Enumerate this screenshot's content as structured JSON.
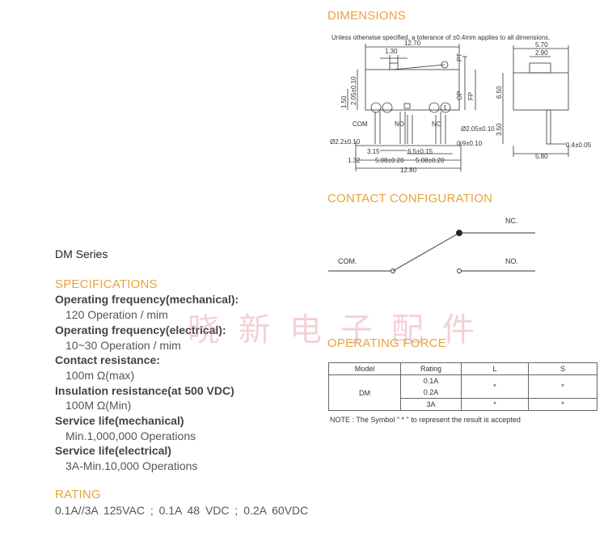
{
  "series_title": "DM Series",
  "specifications": {
    "heading": "SPECIFICATIONS",
    "items": [
      {
        "label": "Operating frequency(mechanical):",
        "value": "120 Operation / mim"
      },
      {
        "label": "Operating frequency(electrical):",
        "value": "10~30 Operation / mim"
      },
      {
        "label": "Contact resistance:",
        "value": "100m Ω(max)"
      },
      {
        "label": "Insulation resistance(at 500 VDC)",
        "value": "100M Ω(Min)"
      },
      {
        "label": "Service life(mechanical)",
        "value": "Min.1,000,000 Operations"
      },
      {
        "label": "Service life(electrical)",
        "value": "3A-Min.10,000 Operations"
      }
    ]
  },
  "rating": {
    "heading": "RATING",
    "text": "0.1A//3A 125VAC ; 0.1A 48 VDC ; 0.2A 60VDC"
  },
  "watermark": "晓新电子配件",
  "dimensions": {
    "heading": "DIMENSIONS",
    "note": "Unless otherwise specified, a tolerance of ±0.4mm applies to all dimensions.",
    "labels": {
      "total_width_top": "12.70",
      "lever_offset": "1.30",
      "pt": "PT",
      "op": "OP",
      "fp": "FP",
      "height_left": "2.05±0.10",
      "left_side": "1.50",
      "com": "COM",
      "no": "NO",
      "nc": "NC",
      "circle_num": "1",
      "hole_right": "Ø2.05±0.10",
      "hole_left": "Ø2.2±0.10",
      "pin_width": "0.9±0.10",
      "dim_315": "3.15",
      "dim_65": "6.5±0.15",
      "dim_132": "1.32",
      "dim_508a": "5.08±0.20",
      "dim_508b": "5.08±0.20",
      "total_width_bottom": "12.80",
      "side_width_top": "5.70",
      "side_plunger": "2.90",
      "side_body_height": "6.50",
      "side_pin_height": "3.50",
      "side_pin_thickness": "0.4±0.05",
      "side_width_bottom": "5.80"
    }
  },
  "contact": {
    "heading": "CONTACT CONFIGURATION",
    "nc_label": "NC.",
    "com_label": "COM.",
    "no_label": "NO."
  },
  "operating_force": {
    "heading": "OPERATING FORCE",
    "headers": [
      "Model",
      "Rating",
      "L",
      "S"
    ],
    "model": "DM",
    "rows": [
      {
        "rating": "0.1A",
        "l": "*",
        "s": "*"
      },
      {
        "rating": "0.2A"
      },
      {
        "rating": "3A",
        "l": "*",
        "s": "*"
      }
    ],
    "note": "NOTE : The Symbol \" * \" to represent the result is accepted"
  }
}
